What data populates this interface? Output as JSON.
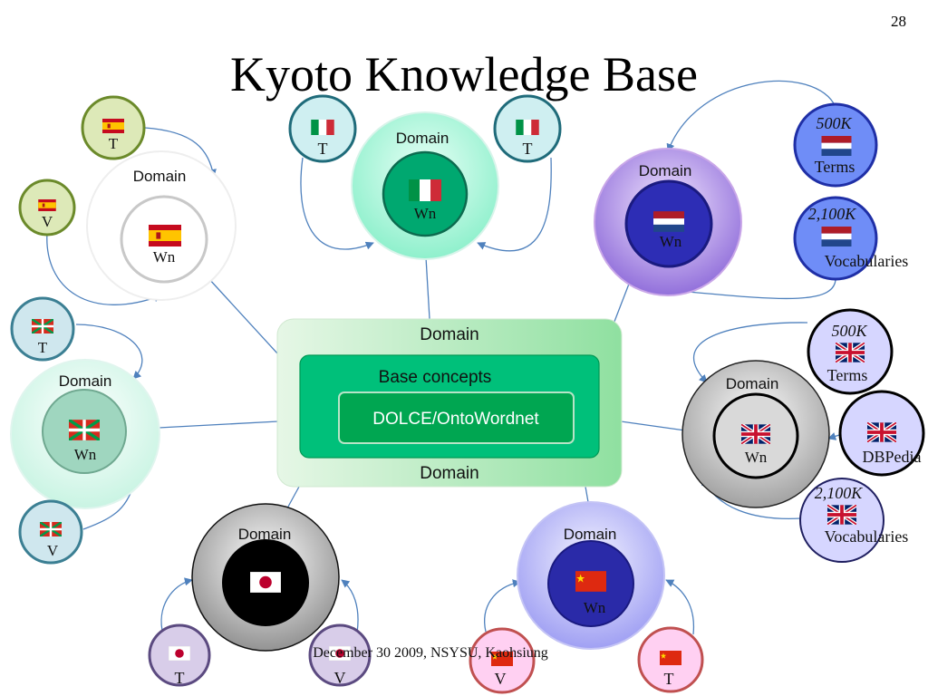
{
  "slide": {
    "number": "28",
    "title": "Kyoto Knowledge Base",
    "footer": "December 30 2009, NSYSU, Kaohsiung"
  },
  "center": {
    "outer_top": "Domain",
    "outer_bottom": "Domain",
    "base_concepts": "Base concepts",
    "dolce": "DOLCE/OntoWordnet"
  },
  "nodes": {
    "italian": {
      "domain": "Domain",
      "wn": "Wn",
      "t_left": "T",
      "t_right": "T"
    },
    "spanish": {
      "domain": "Domain",
      "wn": "Wn",
      "t": "T",
      "v": "V"
    },
    "basque": {
      "domain": "Domain",
      "wn": "Wn",
      "t": "T",
      "v": "V"
    },
    "dutch": {
      "domain": "Domain",
      "wn": "Wn",
      "terms_count": "500K",
      "terms": "Terms",
      "vocab_count": "2,100K",
      "vocab": "Vocabularies"
    },
    "english": {
      "domain": "Domain",
      "wn": "Wn",
      "terms_count": "500K",
      "terms": "Terms",
      "dbpedia": "DBPedia",
      "vocab_count": "2,100K",
      "vocab": "Vocabularies"
    },
    "japanese": {
      "domain": "Domain",
      "t": "T",
      "v": "V"
    },
    "chinese": {
      "domain": "Domain",
      "wn": "Wn",
      "v": "V",
      "t": "T"
    }
  },
  "colors": {
    "connector": "#4f81bd",
    "green_box": "#00c07a",
    "dolce_box": "#00a651",
    "italian_fill": "#b9f5e1",
    "dutch_fill": "#9f7fe0",
    "english_fill": "#c8c8c8",
    "chinese_fill": "#a8a8f5",
    "spanish_bubble": "#dde9b8",
    "basque_bubble": "#cfe7ee",
    "dutch_bubble": "#6f8df7",
    "english_bubble": "#d6d6ff",
    "japanese_bubble": "#d8cde9",
    "chinese_bubble": "#ffd0f2"
  },
  "icons": [
    "flag-spain-icon",
    "flag-italy-icon",
    "flag-netherlands-icon",
    "flag-uk-icon",
    "flag-basque-icon",
    "flag-japan-icon",
    "flag-china-icon"
  ]
}
